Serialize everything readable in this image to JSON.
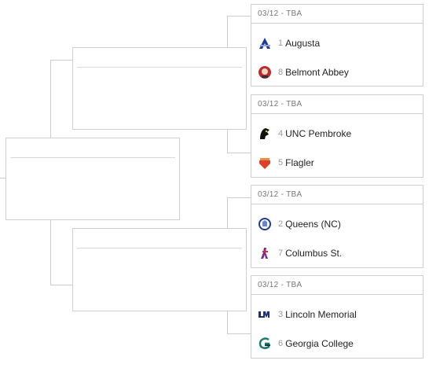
{
  "games": [
    {
      "status": "03/12 - TBA",
      "teams": [
        {
          "seed": "1",
          "name": "Augusta",
          "logo_icon": "augusta-logo-icon",
          "color": "#1f3a93"
        },
        {
          "seed": "8",
          "name": "Belmont Abbey",
          "logo_icon": "belmont-abbey-logo-icon",
          "color": "#b5302c"
        }
      ]
    },
    {
      "status": "03/12 - TBA",
      "teams": [
        {
          "seed": "4",
          "name": "UNC Pembroke",
          "logo_icon": "unc-pembroke-logo-icon",
          "color": "#111111"
        },
        {
          "seed": "5",
          "name": "Flagler",
          "logo_icon": "flagler-logo-icon",
          "color": "#d9432a"
        }
      ]
    },
    {
      "status": "03/12 - TBA",
      "teams": [
        {
          "seed": "2",
          "name": "Queens (NC)",
          "logo_icon": "queens-logo-icon",
          "color": "#1c3c8c"
        },
        {
          "seed": "7",
          "name": "Columbus St.",
          "logo_icon": "columbus-state-logo-icon",
          "color": "#7a2b8c"
        }
      ]
    },
    {
      "status": "03/12 - TBA",
      "teams": [
        {
          "seed": "3",
          "name": "Lincoln Memorial",
          "logo_icon": "lmu-logo-icon",
          "color": "#22306e"
        },
        {
          "seed": "6",
          "name": "Georgia College",
          "logo_icon": "georgia-college-logo-icon",
          "color": "#1c7a6b"
        }
      ]
    }
  ]
}
